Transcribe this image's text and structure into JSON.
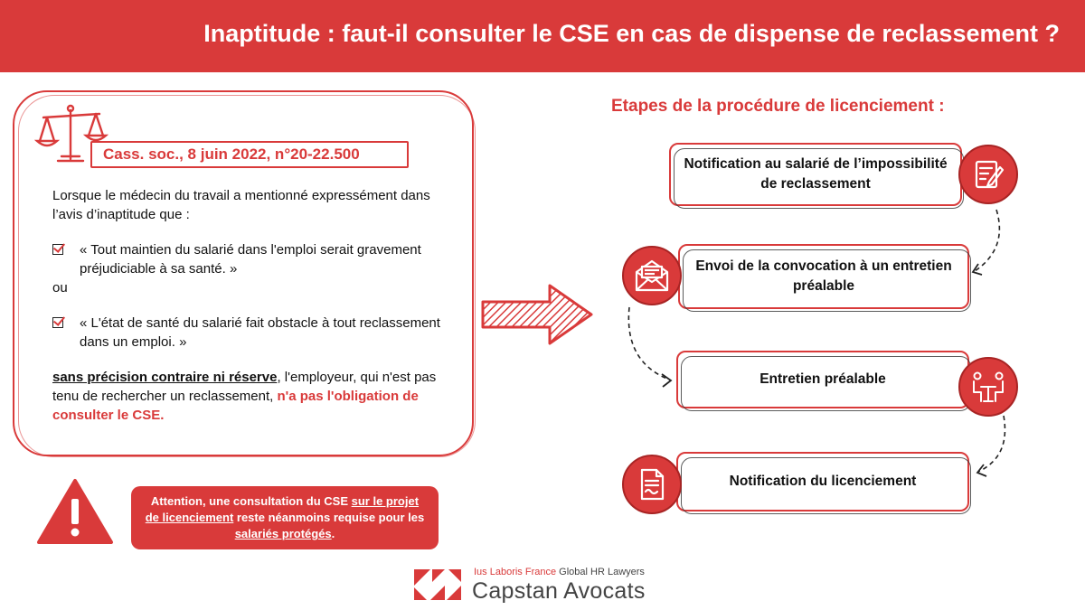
{
  "header": {
    "title": "Inaptitude : faut-il consulter le CSE en cas de dispense de reclassement ?"
  },
  "left": {
    "case_ref": "Cass. soc., 8 juin 2022, n°20-22.500",
    "intro": "Lorsque le médecin du travail a mentionné expressément dans l’avis d’inaptitude que :",
    "quote1": "« Tout maintien du salarié dans l'emploi serait gravement préjudiciable à sa santé. »",
    "ou": "ou",
    "quote2": "« L'état de santé du salarié fait obstacle à tout reclassement dans un emploi. »",
    "conclusion_bold": "sans précision contraire ni réserve",
    "conclusion_mid": ", l'employeur, qui n'est pas tenu de rechercher un reclassement, ",
    "conclusion_red": "n'a pas l'obligation de consulter le CSE",
    "conclusion_end": "."
  },
  "warning": {
    "part1": "Attention, une consultation du CSE ",
    "link1": "sur le projet de licenciement",
    "part2": " reste néanmoins requise pour les ",
    "link2": "salariés protégés",
    "part3": "."
  },
  "steps": {
    "title": "Etapes de la procédure de licenciement :",
    "items": [
      {
        "label": "Notification au salarié de l’impossibilité de reclassement",
        "icon": "form-pen-icon"
      },
      {
        "label": "Envoi de la convocation à un entretien préalable",
        "icon": "envelope-icon"
      },
      {
        "label": "Entretien préalable",
        "icon": "meeting-icon"
      },
      {
        "label": "Notification du licenciement",
        "icon": "document-icon"
      }
    ]
  },
  "footer": {
    "line1_red": "Ius Laboris France",
    "line1_rest": " Global HR Lawyers",
    "line2": "Capstan Avocats"
  },
  "colors": {
    "accent": "#d93a3a",
    "text": "#111111"
  }
}
